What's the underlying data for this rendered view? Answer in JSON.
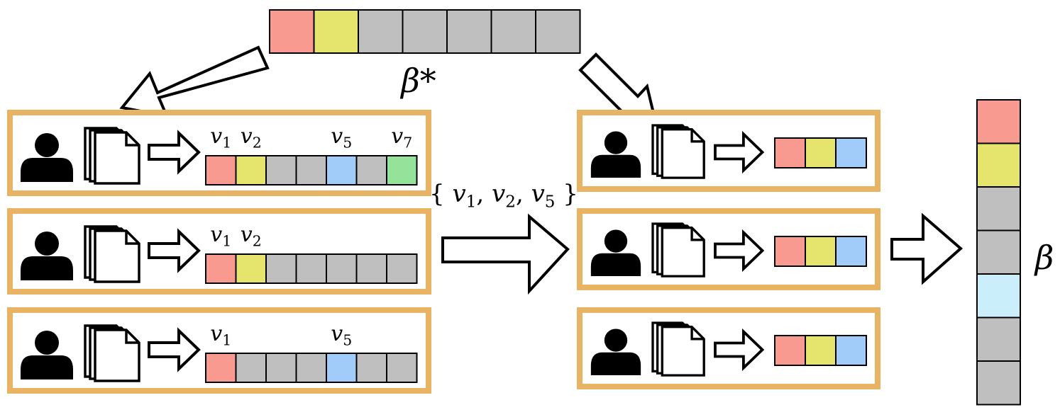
{
  "colors": {
    "red": "#f99a91",
    "yellow": "#e5e46c",
    "gray": "#bfbfbf",
    "blue": "#a1cbf9",
    "green": "#95e39b",
    "light_blue": "#cbeefb",
    "panel_border": "#e8b464",
    "stroke": "#000000"
  },
  "global_vector": {
    "label": "β*",
    "cells": [
      "red",
      "yellow",
      "gray",
      "gray",
      "gray",
      "gray",
      "gray"
    ]
  },
  "left_clients": [
    {
      "icons": [
        "person-icon",
        "documents-icon",
        "arrow-right-icon"
      ],
      "cells": [
        "red",
        "yellow",
        "gray",
        "gray",
        "blue",
        "gray",
        "green"
      ],
      "labels": [
        {
          "var": "v",
          "sub": "1",
          "cell": 0
        },
        {
          "var": "v",
          "sub": "2",
          "cell": 1
        },
        {
          "var": "v",
          "sub": "5",
          "cell": 4
        },
        {
          "var": "v",
          "sub": "7",
          "cell": 6
        }
      ]
    },
    {
      "icons": [
        "person-icon",
        "documents-icon",
        "arrow-right-icon"
      ],
      "cells": [
        "red",
        "yellow",
        "gray",
        "gray",
        "gray",
        "gray",
        "gray"
      ],
      "labels": [
        {
          "var": "v",
          "sub": "1",
          "cell": 0
        },
        {
          "var": "v",
          "sub": "2",
          "cell": 1
        }
      ]
    },
    {
      "icons": [
        "person-icon",
        "documents-icon",
        "arrow-right-icon"
      ],
      "cells": [
        "red",
        "gray",
        "gray",
        "gray",
        "blue",
        "gray",
        "gray"
      ],
      "labels": [
        {
          "var": "v",
          "sub": "1",
          "cell": 0
        },
        {
          "var": "v",
          "sub": "5",
          "cell": 4
        }
      ]
    }
  ],
  "selected_set": {
    "open": "{",
    "close": "}",
    "items": [
      {
        "var": "v",
        "sub": "1"
      },
      {
        "var": "v",
        "sub": "2"
      },
      {
        "var": "v",
        "sub": "5"
      }
    ]
  },
  "right_clients": [
    {
      "icons": [
        "person-icon",
        "documents-icon",
        "arrow-right-icon"
      ],
      "cells": [
        "red",
        "yellow",
        "blue"
      ]
    },
    {
      "icons": [
        "person-icon",
        "documents-icon",
        "arrow-right-icon"
      ],
      "cells": [
        "red",
        "yellow",
        "blue"
      ]
    },
    {
      "icons": [
        "person-icon",
        "documents-icon",
        "arrow-right-icon"
      ],
      "cells": [
        "red",
        "yellow",
        "blue"
      ]
    }
  ],
  "result_vector": {
    "label": "β",
    "cells": [
      "red",
      "yellow",
      "gray",
      "gray",
      "light_blue",
      "gray",
      "gray"
    ]
  }
}
